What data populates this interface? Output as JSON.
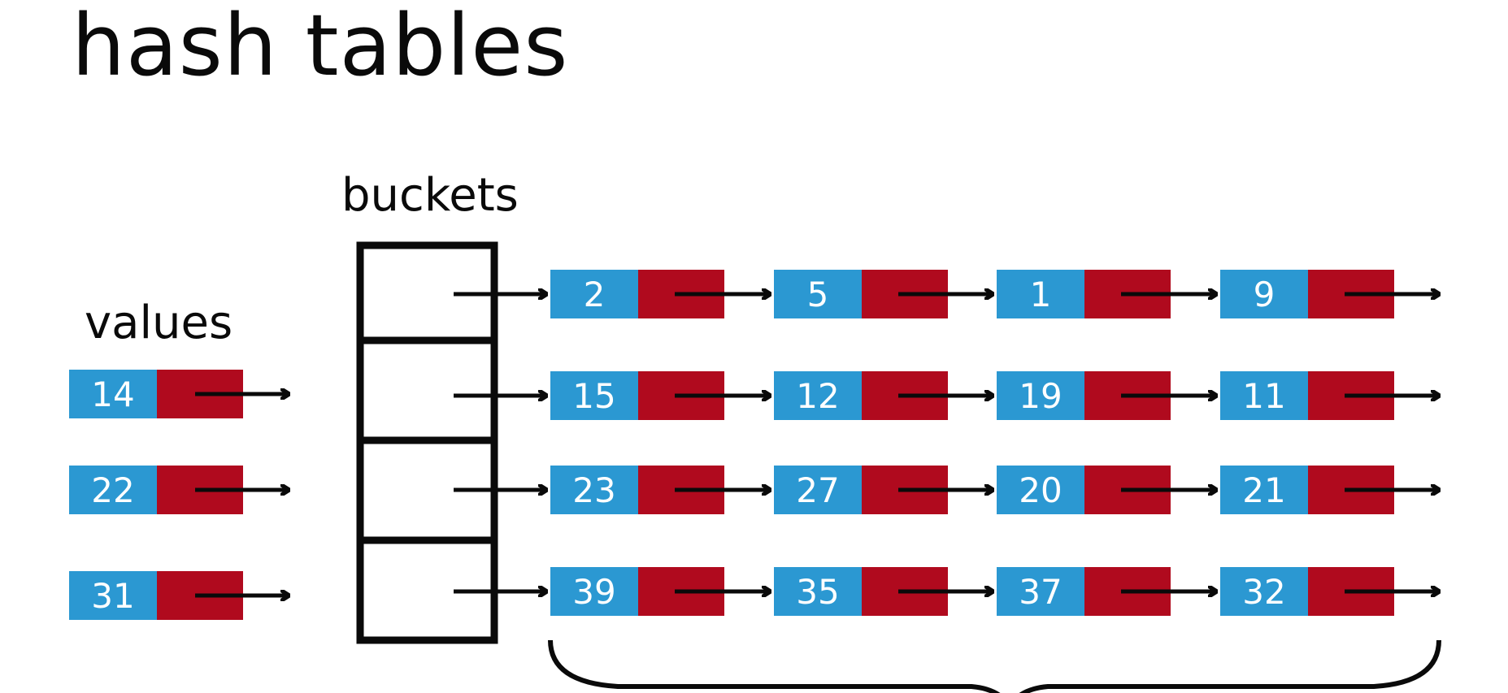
{
  "title": "hash tables",
  "labels": {
    "values": "values",
    "buckets": "buckets"
  },
  "colors": {
    "value_cell": "#2b98d2",
    "pointer_cell": "#b00a1e",
    "line": "#0a0a0a"
  },
  "values": [
    "14",
    "22",
    "31"
  ],
  "buckets": [
    [
      "2",
      "5",
      "1",
      "9"
    ],
    [
      "15",
      "12",
      "19",
      "11"
    ],
    [
      "23",
      "27",
      "20",
      "21"
    ],
    [
      "39",
      "35",
      "37",
      "32"
    ]
  ]
}
